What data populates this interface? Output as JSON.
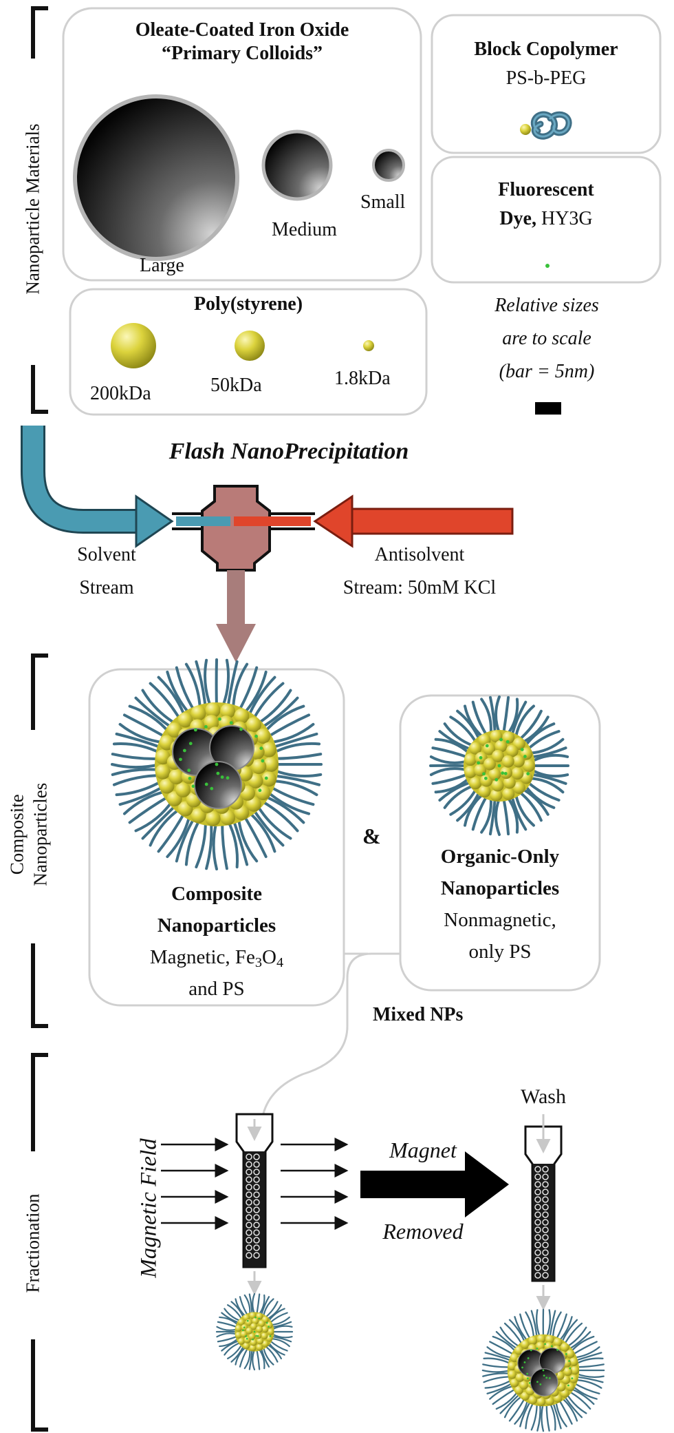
{
  "section_labels": {
    "materials": "Nanoparticle Materials",
    "composite": [
      "Composite",
      "Nanoparticles"
    ],
    "fractionation": "Fractionation"
  },
  "iron_oxide": {
    "title_line1": "Oleate-Coated Iron Oxide",
    "title_line2": "“Primary Colloids”",
    "large": "Large",
    "medium": "Medium",
    "small": "Small"
  },
  "copolymer": {
    "title": "Block Copolymer",
    "subtitle": "PS-b-PEG"
  },
  "dye": {
    "title_bold1": "Fluorescent",
    "title_bold2": "Dye,",
    "title_rest": " HY3G"
  },
  "polystyrene": {
    "title": "Poly(styrene)",
    "sizes": [
      "200kDa",
      "50kDa",
      "1.8kDa"
    ]
  },
  "scale_note": [
    "Relative sizes",
    "are to scale",
    "(bar = 5nm)"
  ],
  "fnp": {
    "title": "Flash NanoPrecipitation",
    "solvent": [
      "Solvent",
      "Stream"
    ],
    "antisolvent": [
      "Antisolvent",
      "Stream: 50mM KCl"
    ]
  },
  "composite_np": {
    "title": [
      "Composite",
      "Nanoparticles"
    ],
    "desc_prefix": "Magnetic, Fe",
    "sub3": "3",
    "o": "O",
    "sub4": "4",
    "desc_line2": "and PS"
  },
  "ampersand": "&",
  "organic_np": {
    "title": [
      "Organic-Only",
      "Nanoparticles"
    ],
    "desc": [
      "Nonmagnetic,",
      "only PS"
    ]
  },
  "mixed_label": "Mixed NPs",
  "fractionation": {
    "field_label": "Magnetic Field",
    "wash": "Wash",
    "magnet": "Magnet",
    "removed": "Removed"
  },
  "colors": {
    "solvent_stream": "#4a9bb2",
    "antisolvent_stream": "#e0452b",
    "mixer_fill": "#b97b78",
    "outlet_arrow": "#a87d7b",
    "polystyrene": "#d8d23a",
    "peg_chains": "#3f6f86",
    "dye": "#39c13a"
  }
}
